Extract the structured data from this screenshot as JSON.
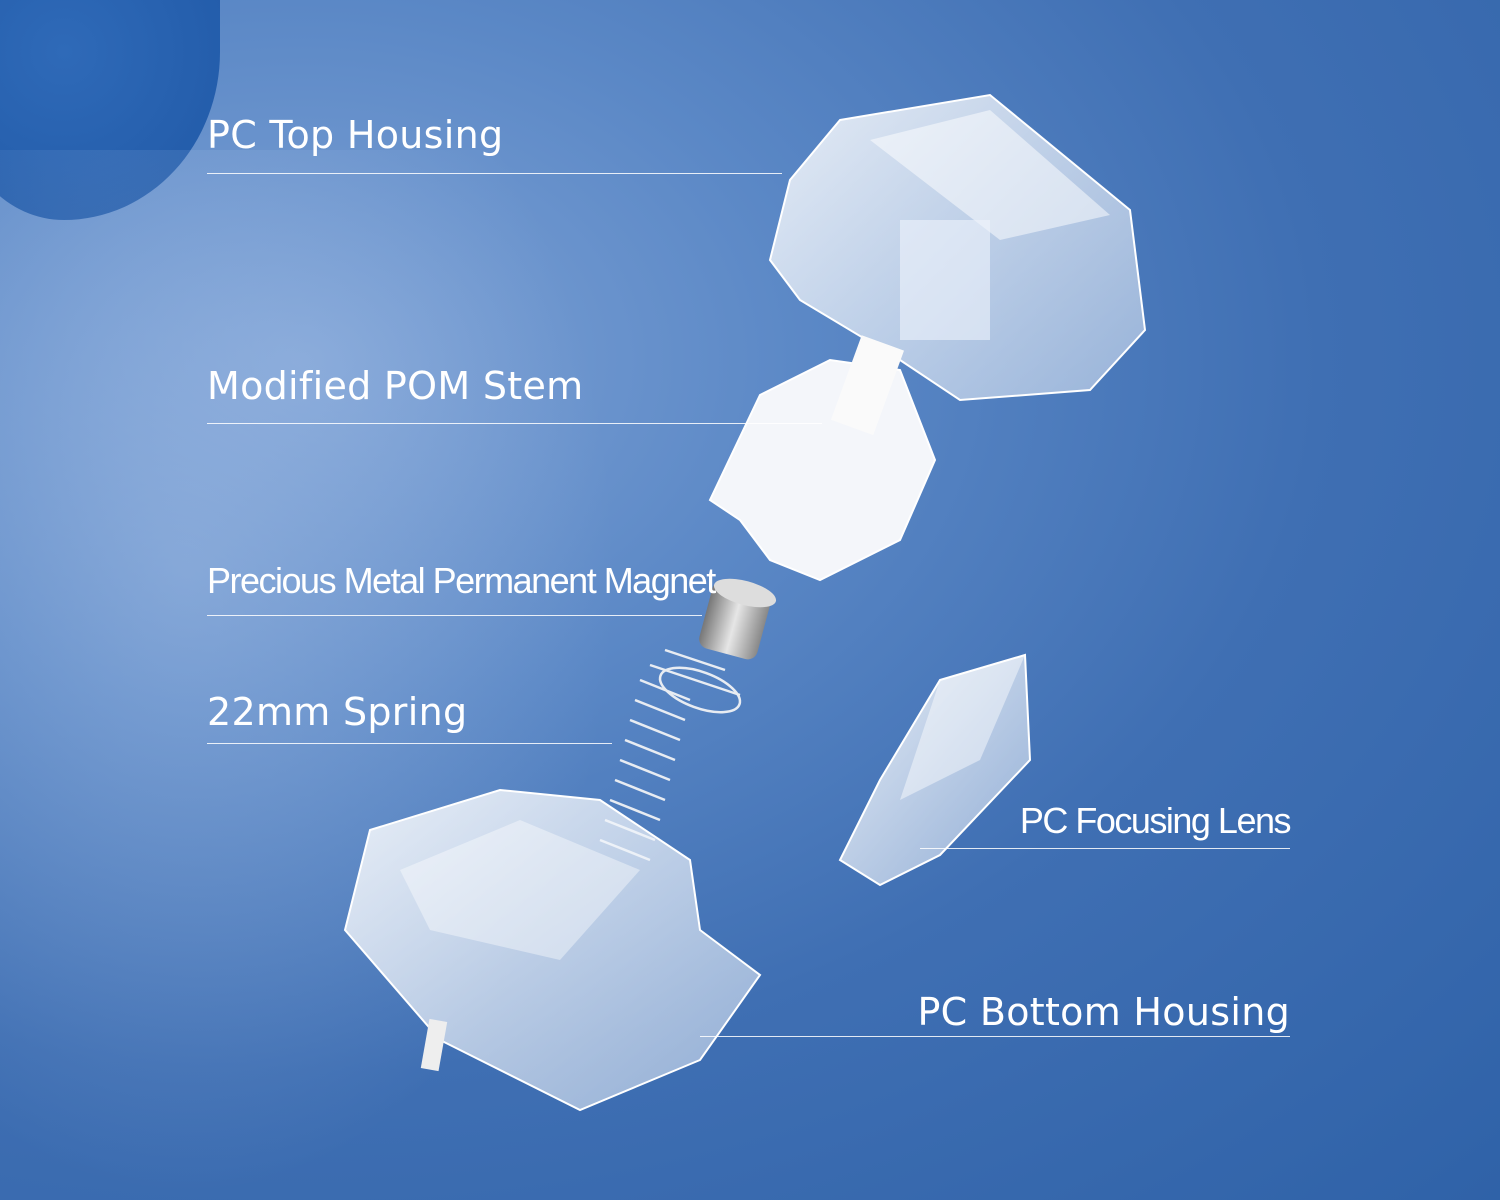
{
  "labels": {
    "top_housing": "PC Top Housing",
    "stem": "Modified POM Stem",
    "magnet": "Precious Metal Permanent Magnet",
    "spring": "22mm Spring",
    "lens": "PC Focusing Lens",
    "bottom_housing": "PC Bottom Housing"
  },
  "colors": {
    "background": "#3f6fb3",
    "text": "#ffffff"
  }
}
